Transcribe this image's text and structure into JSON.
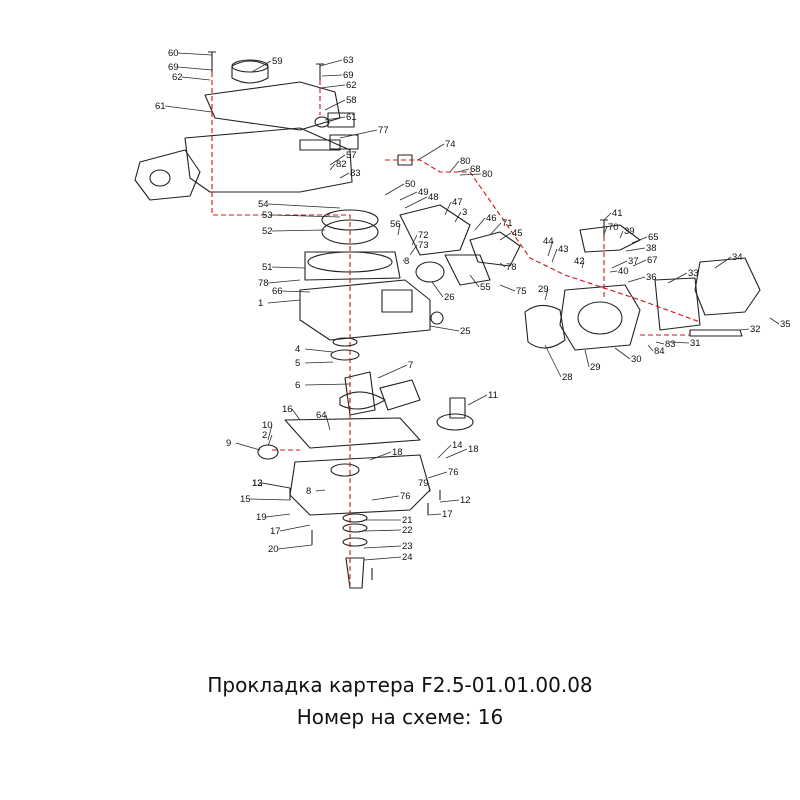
{
  "caption": {
    "part_name": "Прокладка картера F2.5-01.01.00.08",
    "diagram_number": "Номер на схеме: 16"
  },
  "callouts": [
    "60",
    "69",
    "62",
    "61",
    "59",
    "63",
    "69",
    "62",
    "58",
    "61",
    "77",
    "57",
    "82",
    "83",
    "54",
    "53",
    "52",
    "51",
    "78",
    "66",
    "1",
    "50",
    "49",
    "48",
    "47",
    "3",
    "56",
    "72",
    "73",
    "8",
    "26",
    "71",
    "45",
    "46",
    "55",
    "78",
    "75",
    "74",
    "80",
    "68",
    "80",
    "41",
    "70",
    "39",
    "65",
    "38",
    "44",
    "43",
    "42",
    "37",
    "40",
    "67",
    "36",
    "34",
    "33",
    "29",
    "28",
    "29",
    "30",
    "84",
    "83",
    "31",
    "32",
    "35",
    "25",
    "4",
    "5",
    "6",
    "7",
    "11",
    "16",
    "64",
    "10",
    "2",
    "9",
    "12",
    "14",
    "18",
    "18",
    "8",
    "76",
    "79",
    "12",
    "13",
    "15",
    "19",
    "76",
    "17",
    "17",
    "20",
    "21",
    "22",
    "23",
    "24"
  ],
  "colors": {
    "line": "#222222",
    "leader": "#2a2a2a",
    "centerline": "#d21414",
    "text": "#111111"
  }
}
